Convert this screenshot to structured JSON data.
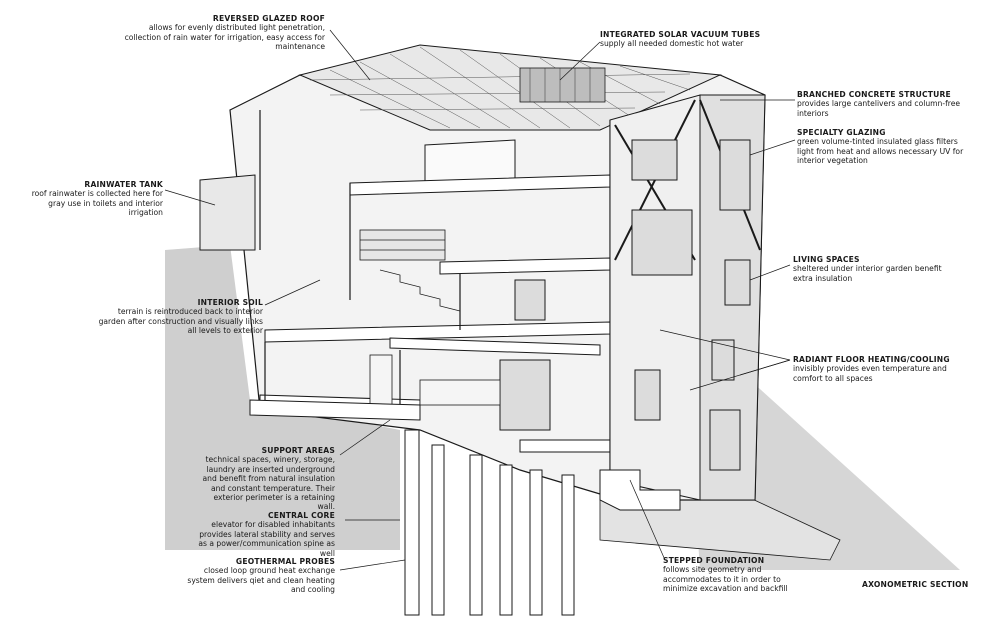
{
  "labels": {
    "reversed_roof": {
      "title": "REVERSED GLAZED ROOF",
      "desc": "allows for evenly distributed light penetration, collection of rain water for irrigation, easy access for maintenance"
    },
    "solar_tubes": {
      "title": "INTEGRATED SOLAR VACUUM TUBES",
      "desc": "supply all needed domestic hot water"
    },
    "concrete_structure": {
      "title": "BRANCHED CONCRETE STRUCTURE",
      "desc": "provides large cantelivers and column-free interiors"
    },
    "specialty_glazing": {
      "title": "SPECIALTY GLAZING",
      "desc": "green volume-tinted insulated glass filters light from heat and allows necessary UV for interior vegetation"
    },
    "rainwater_tank": {
      "title": "RAINWATER TANK",
      "desc": "roof rainwater is collected here for gray use in toilets and interior irrigation"
    },
    "living_spaces": {
      "title": "LIVING SPACES",
      "desc": "sheltered under interior garden benefit extra insulation"
    },
    "interior_soil": {
      "title": "INTERIOR SOIL",
      "desc": "terrain is reintroduced back to interior garden after construction and visually links all levels to exterior"
    },
    "radiant_floor": {
      "title": "RADIANT FLOOR HEATING/COOLING",
      "desc": "invisibly provides even temperature and comfort to all spaces"
    },
    "support_areas": {
      "title": "SUPPORT AREAS",
      "desc": "technical spaces, winery, storage, laundry are inserted underground and benefit from natural insulation and constant temperature. Their exterior perimeter is a retaining wall."
    },
    "central_core": {
      "title": "CENTRAL CORE",
      "desc": "elevator for disabled inhabitants provides lateral stability and  serves as a power/communication spine as well"
    },
    "geothermal": {
      "title": "GEOTHERMAL PROBES",
      "desc": "closed loop ground heat exchange system delivers qiet and clean heating and cooling"
    },
    "stepped_foundation": {
      "title": "STEPPED FOUNDATION",
      "desc": "follows site geometry and accommodates to it in order to minimize excavation and backfill"
    }
  },
  "footer": "AXONOMETRIC SECTION",
  "colors": {
    "ink": "#1a1a1a",
    "ground_shadow": "#d0d0d0",
    "wall_shade": "#9e9e9e",
    "glass": "#e8e8e8"
  }
}
